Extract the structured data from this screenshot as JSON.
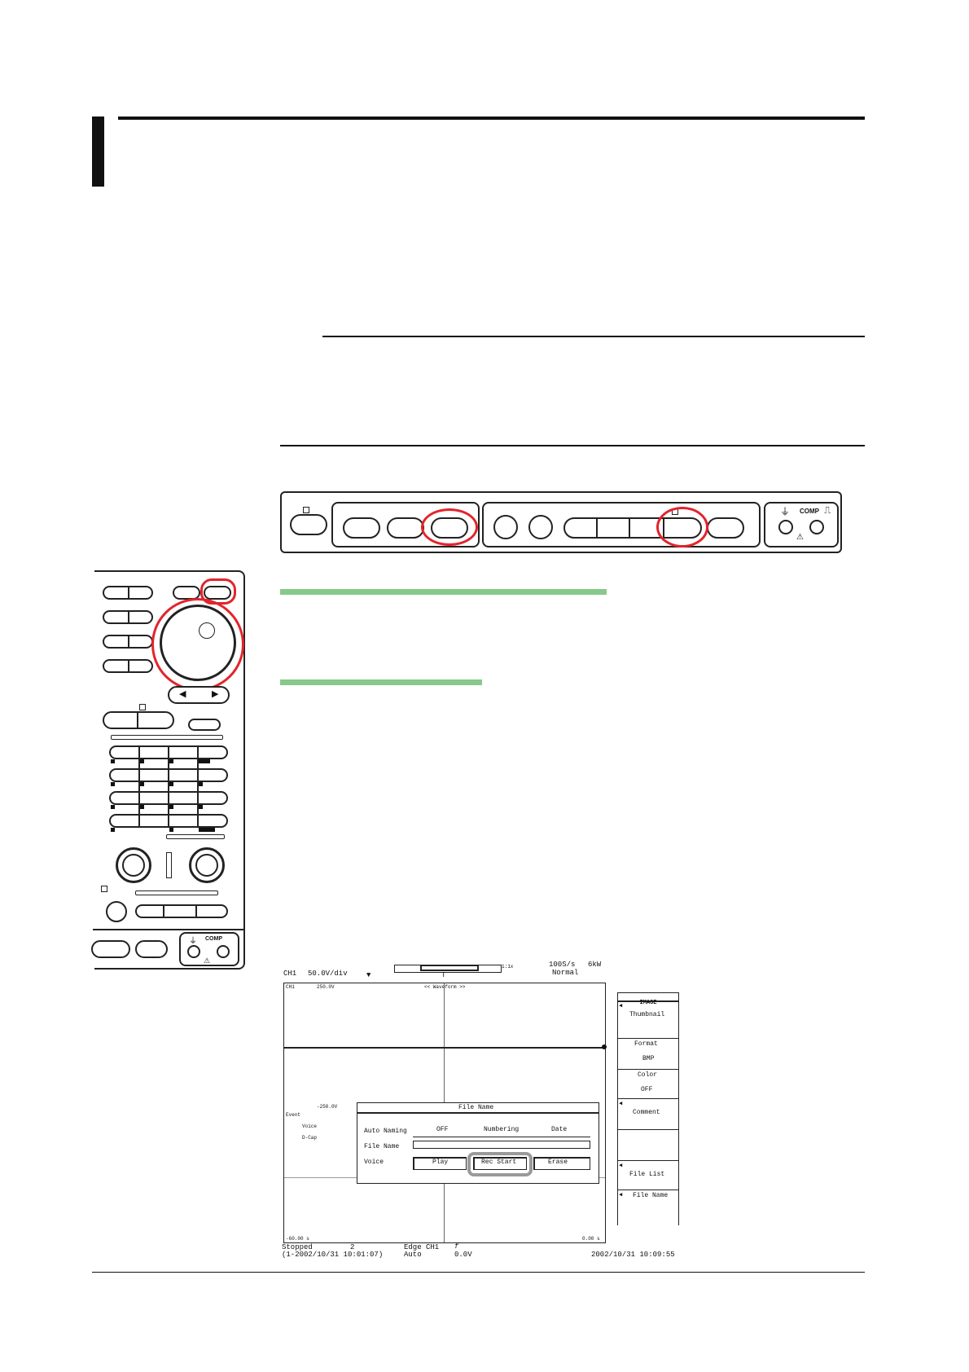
{
  "panel_top": {
    "comp_label": "COMP",
    "ground_symbol": "⏚",
    "warning_symbol": "⚠",
    "square_wave_symbol": "⎍"
  },
  "panel_left": {
    "left_arrow": "◀",
    "right_arrow": "▶",
    "comp_label": "COMP",
    "ground_symbol": "⏚",
    "warning_symbol": "⚠"
  },
  "screen": {
    "header": {
      "channel": "CH1",
      "vdiv": "50.0V/div",
      "sample_rate": "100S/s",
      "record_length": "6kW",
      "acq_mode": "Normal",
      "zoom_tag": "1:1x",
      "trigger_marker": "T"
    },
    "grid": {
      "top_label_left": "CH1",
      "top_scale": "250.0V",
      "top_center": "<< Waveform >>",
      "bottom_scale": "-250.0V",
      "left_list": [
        "Event",
        "Voice",
        "D-Cap"
      ],
      "x_start": "-60.00 s",
      "x_end": "0.00 s"
    },
    "dialog": {
      "title": "File Name",
      "auto_naming_label": "Auto Naming",
      "auto_naming_options": [
        "OFF",
        "Numbering",
        "Date"
      ],
      "file_name_label": "File Name",
      "file_name_value": "",
      "voice_label": "Voice",
      "voice_buttons": [
        "Play",
        "Rec Start",
        "Erase"
      ],
      "highlighted_button": "Rec Start"
    },
    "softkeys": {
      "title": "IMAGE",
      "items": [
        {
          "label": "Thumbnail",
          "value": ""
        },
        {
          "label": "Format",
          "value": "BMP"
        },
        {
          "label": "Color",
          "value": "OFF"
        },
        {
          "label": "Comment",
          "value": ""
        },
        {
          "label": "",
          "value": ""
        },
        {
          "label": "File List",
          "value": ""
        },
        {
          "label": "File Name",
          "value": ""
        }
      ]
    },
    "status": {
      "state": "Stopped",
      "count": "2",
      "start_time": "(1-2002/10/31 10:01:07)",
      "trigger_type": "Edge CH1",
      "trigger_mode": "Auto",
      "slope_symbol": "f",
      "trigger_level": "0.0V",
      "clock": "2002/10/31 10:09:55"
    }
  },
  "colors": {
    "accent_red": "#e3242b",
    "green_bar": "#86c98a",
    "highlight_gray": "#9a9a9a"
  }
}
